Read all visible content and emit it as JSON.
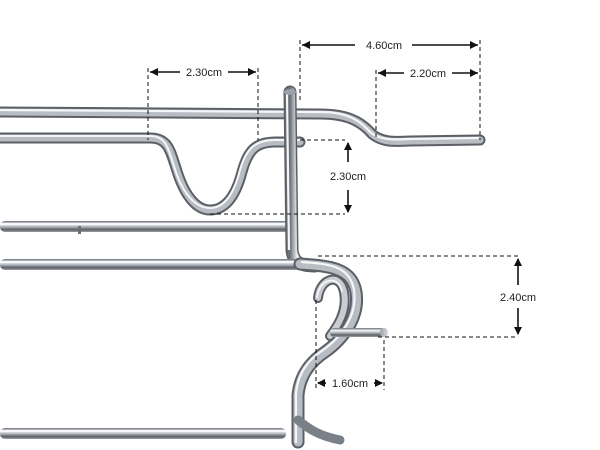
{
  "dimensions": {
    "top_width": "4.60cm",
    "bend_width": "2.30cm",
    "end_segment": "2.20cm",
    "bend_depth": "2.30cm",
    "hook_height": "2.40cm",
    "hook_width": "1.60cm"
  },
  "colors": {
    "background": "#ffffff",
    "dimension_line": "#111111",
    "chrome_dark": "#5c6066",
    "chrome_mid": "#a8adb4",
    "chrome_light": "#f4f6f8"
  }
}
